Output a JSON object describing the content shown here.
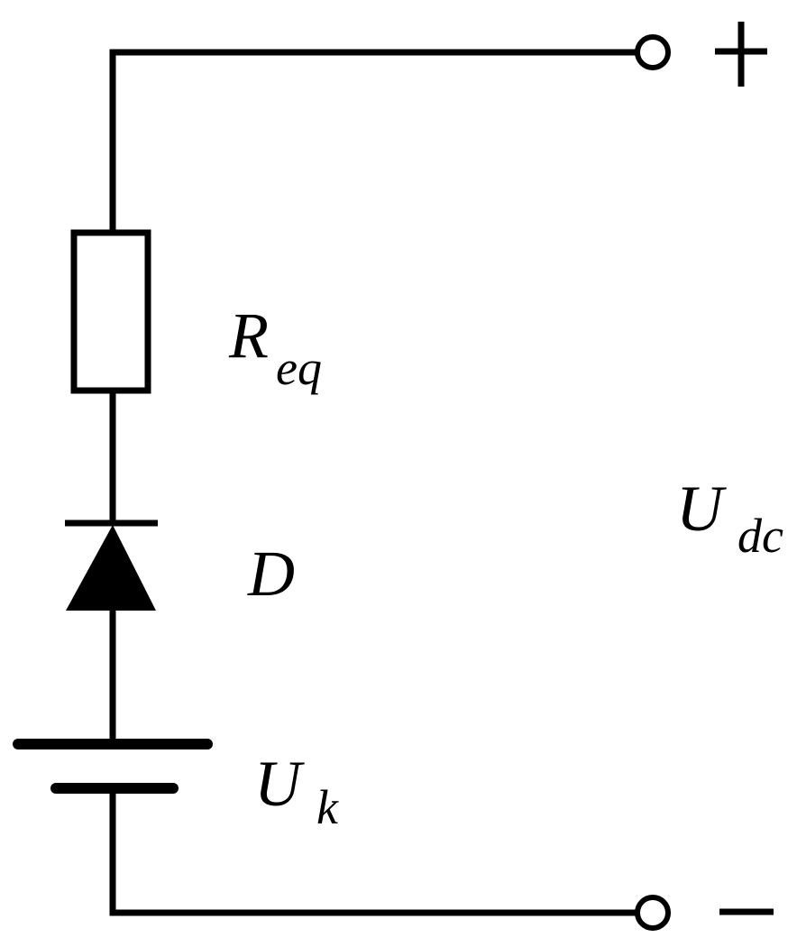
{
  "circuit": {
    "resistor_label": {
      "main": "R",
      "sub": "eq"
    },
    "diode_label": {
      "main": "D"
    },
    "source_label": {
      "main": "U",
      "sub": "k"
    },
    "output_label": {
      "main": "U",
      "sub": "dc"
    },
    "plus_terminal": {
      "polarity": "positive"
    },
    "minus_terminal": {
      "polarity": "negative"
    }
  }
}
